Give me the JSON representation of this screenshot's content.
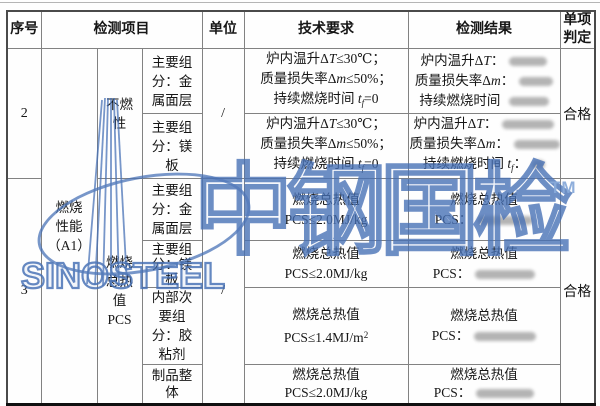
{
  "colors": {
    "watermark_blue": "#4670B5",
    "table_border": "#828282",
    "outer_border": "#101010",
    "redaction_gray": "#B4B4B4"
  },
  "table": {
    "headers": {
      "no": "序号",
      "item": "检测项目",
      "unit": "单位",
      "requirement": "技术要求",
      "result": "检测结果",
      "verdict": "单项判定"
    },
    "serial_2": "2",
    "serial_3": "3",
    "category": [
      "燃烧",
      "性能",
      "（A1）"
    ],
    "property_2": [
      "不燃",
      "性"
    ],
    "property_3": [
      "燃烧",
      "总热",
      "值",
      "PCS"
    ],
    "components": {
      "metal_face": [
        "主要组",
        "分：金",
        "属面层"
      ],
      "mg_board": [
        "主要组",
        "分：镁",
        "板"
      ],
      "adhesive": [
        "内部次",
        "要组",
        "分：胶",
        "粘剂"
      ],
      "whole": [
        "制品整",
        "体"
      ]
    },
    "unit_2": "/",
    "unit_3": "/",
    "frag": {
      "furnace": "炉内温升Δ",
      "T": "T",
      "le30": "≤30℃；",
      "mass": "质量损失率Δ",
      "m": "m",
      "le50": "≤50%；",
      "duration": "持续燃烧时间 ",
      "t": "t",
      "f": "f",
      "eq0": "=0",
      "colon": "：",
      "pcs_title": "燃烧总热值",
      "pcs_le_kg": "PCS≤2.0MJ/kg",
      "pcs_le_m2_pre": "PCS≤1.4MJ/m",
      "sup2": "2",
      "pcs_colon": "PCS："
    },
    "verdict_2": "合格",
    "verdict_3": "合格"
  },
  "watermark": {
    "text": "中钢国检",
    "tm": "TM",
    "latin": "SINOSTEEL"
  }
}
